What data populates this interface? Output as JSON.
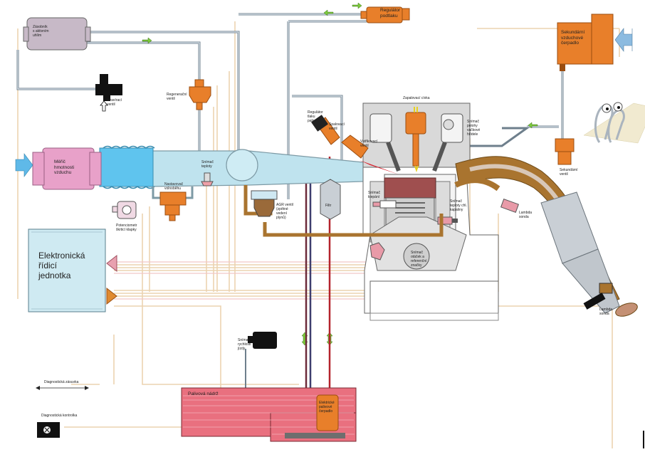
{
  "labels": {
    "zasobnik": "Zásobník\ns aktivním\nuhlím",
    "regulator_podtlaku": "Regulátor\npodtlaku",
    "sekundarni_cerpadlo": "Sekundární\nvzduchové\nčerpadlo",
    "uzaviraci_ventil": "Uzavírací\nventil",
    "regeneracni_ventil": "Regenerační\nventil",
    "zapalovaci_civka": "Zapalovací cívka",
    "regulator_tlaku_paliva": "Regulátor\ntlaku\npaliva",
    "vstrikovaci_ventil": "Vstřikovací\nventil",
    "studeny_start_ventil": "Spalovací\nventil",
    "snimac_polohy_hridele": "Snímač\npolohy\nvačkové\nhřídele",
    "merac_hmotnosti": "Měřič\nhmotnosti\nvzduchu",
    "snimac_teploty": "Snímač\nteploty",
    "nastavovac_volnobehu": "Nastavovač\nvolnoběhu",
    "egr_ventil": "AGR ventil\n(zpětné\nvedení\nplynů)",
    "filtr": "Filtr",
    "snimac_klepani": "Snímač\nklepání",
    "snimac_teploty_chl": "Snímač\nteploty chl.\nkapaliny",
    "lambda_sonda": "Lambda\nsonda",
    "sekundarni_ventil": "Sekundární\nventil",
    "potenciometr": "Potenciometr\nškrticí klapky",
    "snimac_otacek": "Snímač\notáček a\nreferenční\nznačky",
    "ecu": "Elektronická\nřídicí\njednotka",
    "lambda_sonda_2": "Lambda\nsonda",
    "snimac_rychlosti": "Snímač\nrychlosti\njízdy",
    "palivova_nadrz": "Palivová nádrž",
    "elektricke_cerpadlo": "Elektrické\npalivové\nčerpadlo",
    "diagnosticka_zasuvka": "Diagnostická zásuvka",
    "diagnosticka_kontrolka": "Diagnostická kontrolka"
  },
  "colors": {
    "intake_air": "#bfe3ee",
    "intake_fresh": "#5fc4ee",
    "orange_part": "#e87f2a",
    "fuel_tank": "#e9707f",
    "ecu": "#cfeaf2",
    "exhaust": "#a9742f",
    "wire": "#ecd3b0",
    "hose": "#8fa0ad"
  },
  "icons": {
    "arrow_in_left": "arrow-right-icon",
    "arrow_in_right": "arrow-left-icon",
    "paperclip": "paperclip-assistant-icon"
  }
}
